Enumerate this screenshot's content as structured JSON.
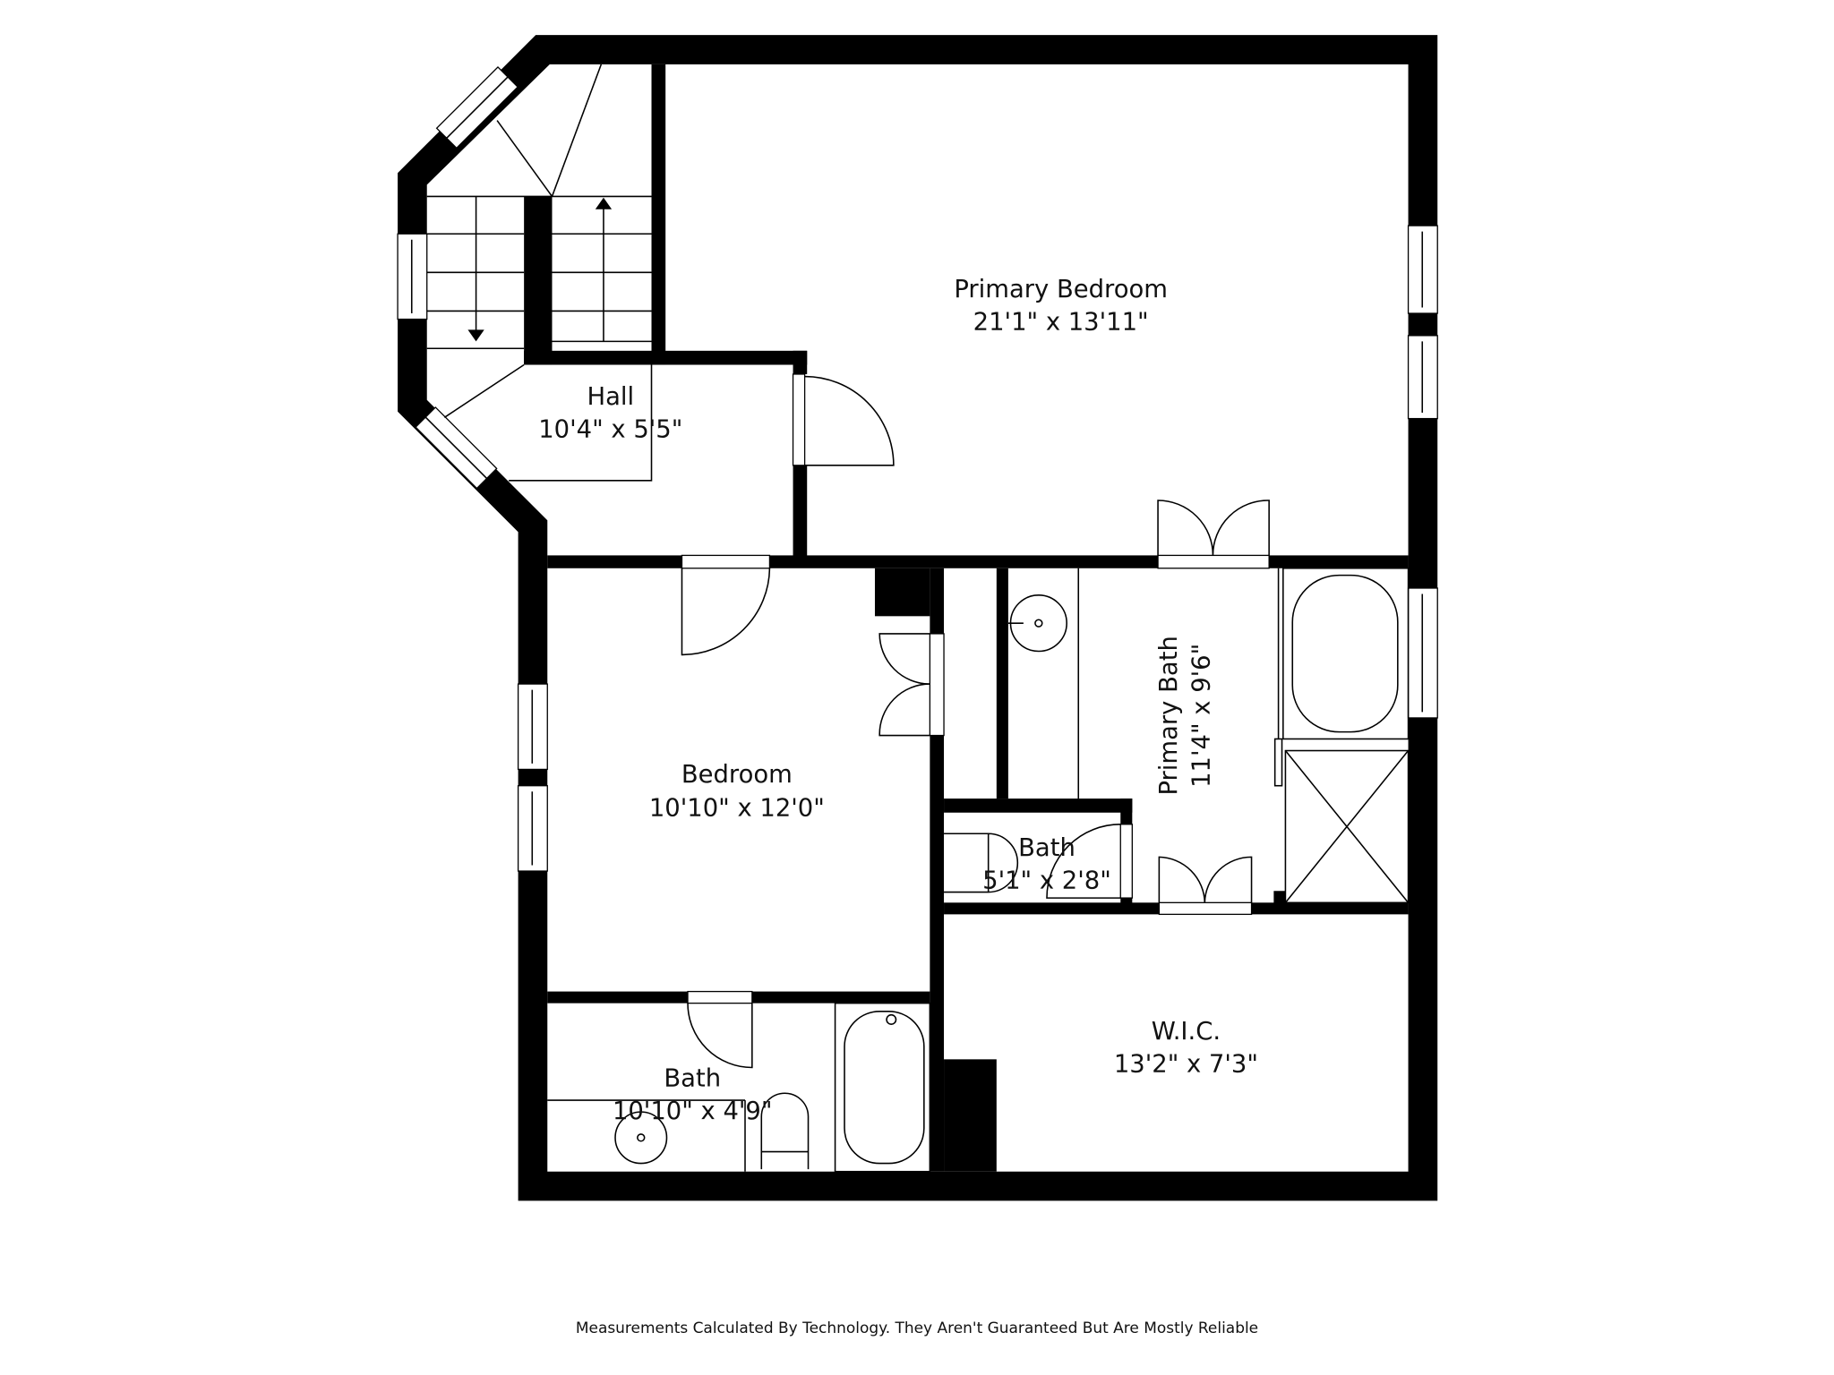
{
  "floorplan": {
    "rooms": [
      {
        "name": "Primary Bedroom",
        "dimensions": "21'1\" x 13'11\""
      },
      {
        "name": "Hall",
        "dimensions": "10'4\" x 5'5\""
      },
      {
        "name": "Bedroom",
        "dimensions": "10'10\" x 12'0\""
      },
      {
        "name": "Primary Bath",
        "dimensions": "11'4\" x 9'6\""
      },
      {
        "name": "Bath",
        "dimensions": "5'1\" x 2'8\""
      },
      {
        "name": "W.I.C.",
        "dimensions": "13'2\" x 7'3\""
      },
      {
        "name": "Bath",
        "dimensions": "10'10\" x 4'9\""
      }
    ],
    "wall_color": "#000000",
    "background_color": "#ffffff"
  },
  "footer": {
    "disclaimer": "Measurements Calculated By Technology. They Aren't Guaranteed But Are Mostly Reliable"
  }
}
